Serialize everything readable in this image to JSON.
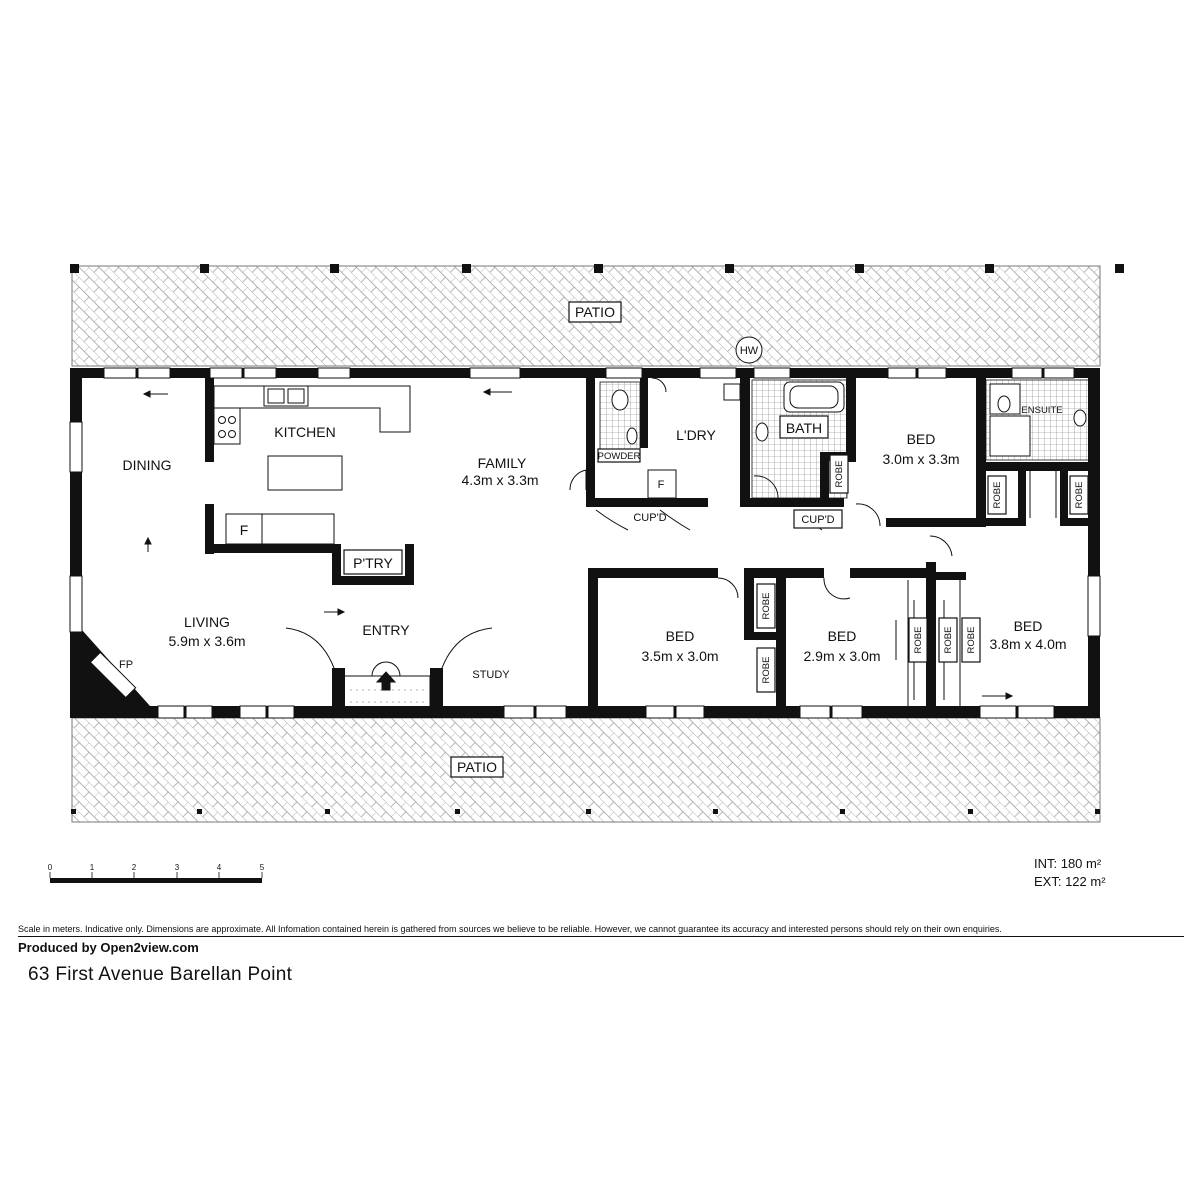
{
  "rooms": {
    "patio_top": "PATIO",
    "patio_bottom": "PATIO",
    "hot_water": "HW",
    "dining": "DINING",
    "kitchen": "KITCHEN",
    "family": "FAMILY",
    "family_dims": "4.3m x 3.3m",
    "powder": "POWDER",
    "laundry": "L'DRY",
    "bath": "BATH",
    "bed1": "BED",
    "bed1_dims": "3.0m x 3.3m",
    "ensuite": "ENSUITE",
    "robe_bed1": "ROBE",
    "robe_ensuite_a": "ROBE",
    "robe_ensuite_b": "ROBE",
    "cupd_laundry": "CUP'D",
    "cupd_hall": "CUP'D",
    "pantry": "P'TRY",
    "fridge_kitchen": "F",
    "fridge_laundry": "F",
    "living": "LIVING",
    "living_dims": "5.9m x 3.6m",
    "fireplace": "FP",
    "entry": "ENTRY",
    "study": "STUDY",
    "bed2": "BED",
    "bed2_dims": "3.5m x 3.0m",
    "robe_bed2a": "ROBE",
    "robe_bed2b": "ROBE",
    "bed3": "BED",
    "bed3_dims": "2.9m x 3.0m",
    "robe_bed3": "ROBE",
    "bed4": "BED",
    "bed4_dims": "3.8m x 4.0m",
    "robe_bed4a": "ROBE",
    "robe_bed4b": "ROBE"
  },
  "scale": {
    "ticks": [
      "0",
      "1",
      "2",
      "3",
      "4",
      "5"
    ]
  },
  "area": {
    "internal": "INT: 180 m²",
    "external": "EXT: 122 m²"
  },
  "footer": {
    "disclaimer": "Scale in meters. Indicative only. Dimensions are approximate. All Infomation contained herein is gathered from sources we believe to be reliable. However, we cannot guarantee its accuracy and interested persons should rely on their own enquiries.",
    "producer": "Produced by Open2view.com",
    "address": "63 First Avenue Barellan Point"
  }
}
